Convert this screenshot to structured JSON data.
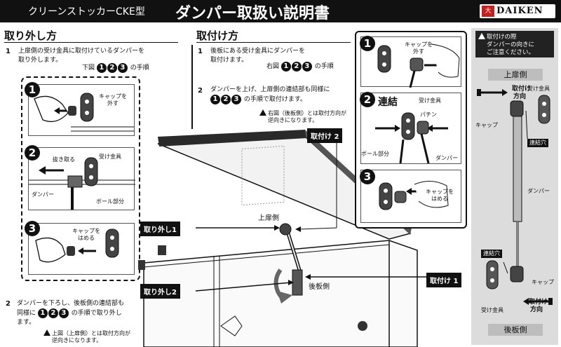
{
  "header": {
    "model": "クリーンストッカーCKE型",
    "title": "ダンパー取扱い説明書",
    "brand": "DAIKEN",
    "brand_mark": "大"
  },
  "removal": {
    "heading": "取り外し方",
    "step1_num": "1",
    "step1_text_a": "上扉側の受け金具に取付けているダンパーを",
    "step1_text_b": "取り外します。",
    "step1_ref_a": "下図",
    "step1_ref_b": "の手順",
    "step2_num": "2",
    "step2_text_a": "ダンパーを下ろし、後板側の連結部も",
    "step2_text_b": "同様に",
    "step2_text_c": "の手順で取り外し",
    "step2_text_d": "ます。",
    "step2_note_a": "上図（上扉側）とは取付方向が",
    "step2_note_b": "逆向きになります。",
    "panel1": {
      "num": "1",
      "label_a": "キャップを",
      "label_b": "外す"
    },
    "panel2": {
      "num": "2",
      "pull": "抜き取る",
      "bracket": "受け金具",
      "damper": "ダンパー",
      "ball": "ボール部分"
    },
    "panel3": {
      "num": "3",
      "label_a": "キャップを",
      "label_b": "はめる"
    }
  },
  "install": {
    "heading": "取付け方",
    "step1_num": "1",
    "step1_text_a": "後板にある受け金具にダンパーを",
    "step1_text_b": "取付けます。",
    "step1_ref_a": "右図",
    "step1_ref_b": "の手順",
    "step2_num": "2",
    "step2_text_a": "ダンパーを上げ、上扉側の連結部も同様に",
    "step2_text_b": "の手順で取付けます。",
    "step2_note_a": "右図（後板側）とは取付方向が",
    "step2_note_b": "逆向きになります。",
    "panel1": {
      "num": "1",
      "label_a": "キャップを",
      "label_b": "外す"
    },
    "panel2": {
      "num": "2",
      "title": "連結",
      "bracket": "受け金具",
      "click": "パチン",
      "ball": "ボール部分",
      "damper": "ダンパー"
    },
    "panel3": {
      "num": "3",
      "label_a": "キャップを",
      "label_b": "はめる"
    }
  },
  "circles": [
    "1",
    "2",
    "3"
  ],
  "diagram": {
    "tag_install2": "取付け 2",
    "tag_remove1": "取り外し1",
    "tag_remove2": "取り外し2",
    "tag_install1": "取付け 1",
    "upper_side": "上扉側",
    "back_side": "後板側"
  },
  "sidebar": {
    "note_a": "取付けの際",
    "note_b": "ダンパーの向きに",
    "note_c": "ご注意ください。",
    "top_label": "上扉側",
    "dir_top_a": "取付け",
    "dir_top_b": "方向",
    "bracket_top": "受け金具",
    "cap_top": "キャップ",
    "hole_top": "連結穴",
    "damper": "ダンパー",
    "hole_bottom": "連結穴",
    "cap_bottom": "キャップ",
    "bracket_bottom": "受け金具",
    "dir_bottom_a": "取付け",
    "dir_bottom_b": "方向",
    "bottom_label": "後板側"
  },
  "colors": {
    "header_bg": "#111111",
    "brand_red": "#c81e1e",
    "sidebar_bg": "#dcdcdc"
  }
}
